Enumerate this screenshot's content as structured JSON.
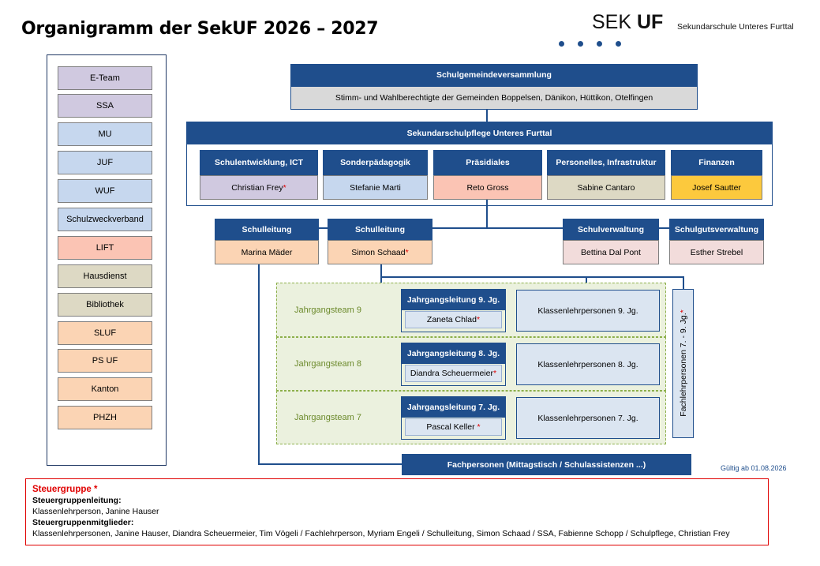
{
  "title": "Organigramm der SekUF 2026 – 2027",
  "logo": {
    "sek": "SEK",
    "uf": "UF",
    "subtitle": "Sekundarschule Unteres Furttal",
    "color": "#1f4e8c"
  },
  "sidebar": {
    "items": [
      {
        "label": "E-Team",
        "color": "#d0c9e0"
      },
      {
        "label": "SSA",
        "color": "#d0c9e0"
      },
      {
        "label": "MU",
        "color": "#c6d7ee"
      },
      {
        "label": "JUF",
        "color": "#c6d7ee"
      },
      {
        "label": "WUF",
        "color": "#c6d7ee"
      },
      {
        "label": "Schulzweckverband",
        "color": "#c6d7ee"
      },
      {
        "label": "LIFT",
        "color": "#fbc4b4"
      },
      {
        "label": "Hausdienst",
        "color": "#ddd9c4"
      },
      {
        "label": "Bibliothek",
        "color": "#ddd9c4"
      },
      {
        "label": "SLUF",
        "color": "#fbd4b4"
      },
      {
        "label": "PS UF",
        "color": "#fbd4b4"
      },
      {
        "label": "Kanton",
        "color": "#fbd4b4"
      },
      {
        "label": "PHZH",
        "color": "#fbd4b4"
      }
    ]
  },
  "assembly": {
    "header": "Schulgemeindeversammlung",
    "body": "Stimm- und Wahlberechtigte der Gemeinden Boppelsen, Dänikon, Hüttikon, Otelfingen"
  },
  "board": {
    "header": "Sekundarschulpflege Unteres Furttal",
    "departments": [
      {
        "title": "Schulentwicklung, ICT",
        "person": "Christian Frey",
        "star": "*",
        "color": "#d0c9e0"
      },
      {
        "title": "Sonderpädagogik",
        "person": "Stefanie Marti",
        "star": "",
        "color": "#c6d7ee"
      },
      {
        "title": "Präsidiales",
        "person": "Reto Gross",
        "star": "",
        "color": "#fbc4b4"
      },
      {
        "title": "Personelles, Infrastruktur",
        "person": "Sabine Cantaro",
        "star": "",
        "color": "#ddd9c4"
      },
      {
        "title": "Finanzen",
        "person": "Josef Sautter",
        "star": "",
        "color": "#fcc93d"
      }
    ]
  },
  "leadership": [
    {
      "title": "Schulleitung",
      "person": "Marina Mäder",
      "star": ""
    },
    {
      "title": "Schulleitung",
      "person": "Simon Schaad",
      "star": "*"
    },
    {
      "title": "Schulverwaltung",
      "person": "Bettina Dal Pont",
      "star": ""
    },
    {
      "title": "Schulgutsverwaltung",
      "person": "Esther Strebel",
      "star": ""
    }
  ],
  "teams": [
    {
      "label": "Jahrgangsteam 9",
      "lead_title": "Jahrgangsleitung 9. Jg.",
      "lead_person": "Zaneta Chlad",
      "star": "*",
      "class_teachers": "Klassenlehrpersonen 9. Jg."
    },
    {
      "label": "Jahrgangsteam 8",
      "lead_title": "Jahrgangsleitung 8. Jg.",
      "lead_person": "Diandra Scheuermeier",
      "star": "*",
      "class_teachers": "Klassenlehrpersonen 8. Jg."
    },
    {
      "label": "Jahrgangsteam 7",
      "lead_title": "Jahrgangsleitung 7. Jg.",
      "lead_person": "Pascal Keller ",
      "star": "*",
      "class_teachers": "Klassenlehrpersonen 7. Jg."
    }
  ],
  "subject_teachers": {
    "label": "Fachlehrpersonen 7. - 9. Jg.",
    "star": "*"
  },
  "specialists": "Fachpersonen (Mittagstisch / Schulassistenzen ...)",
  "valid_from": "Gültig ab 01.08.2026",
  "steering": {
    "title": "Steuergruppe *",
    "lead_label": "Steuergruppenleitung:",
    "lead_text": "Klassenlehrperson, Janine Hauser",
    "members_label": "Steuergruppenmitglieder:",
    "members_text": "Klassenlehrpersonen, Janine Hauser, Diandra Scheuermeier, Tim Vögeli / Fachlehrperson, Myriam Engeli / Schulleitung, Simon Schaad / SSA, Fabienne Schopp / Schulpflege, Christian Frey"
  }
}
